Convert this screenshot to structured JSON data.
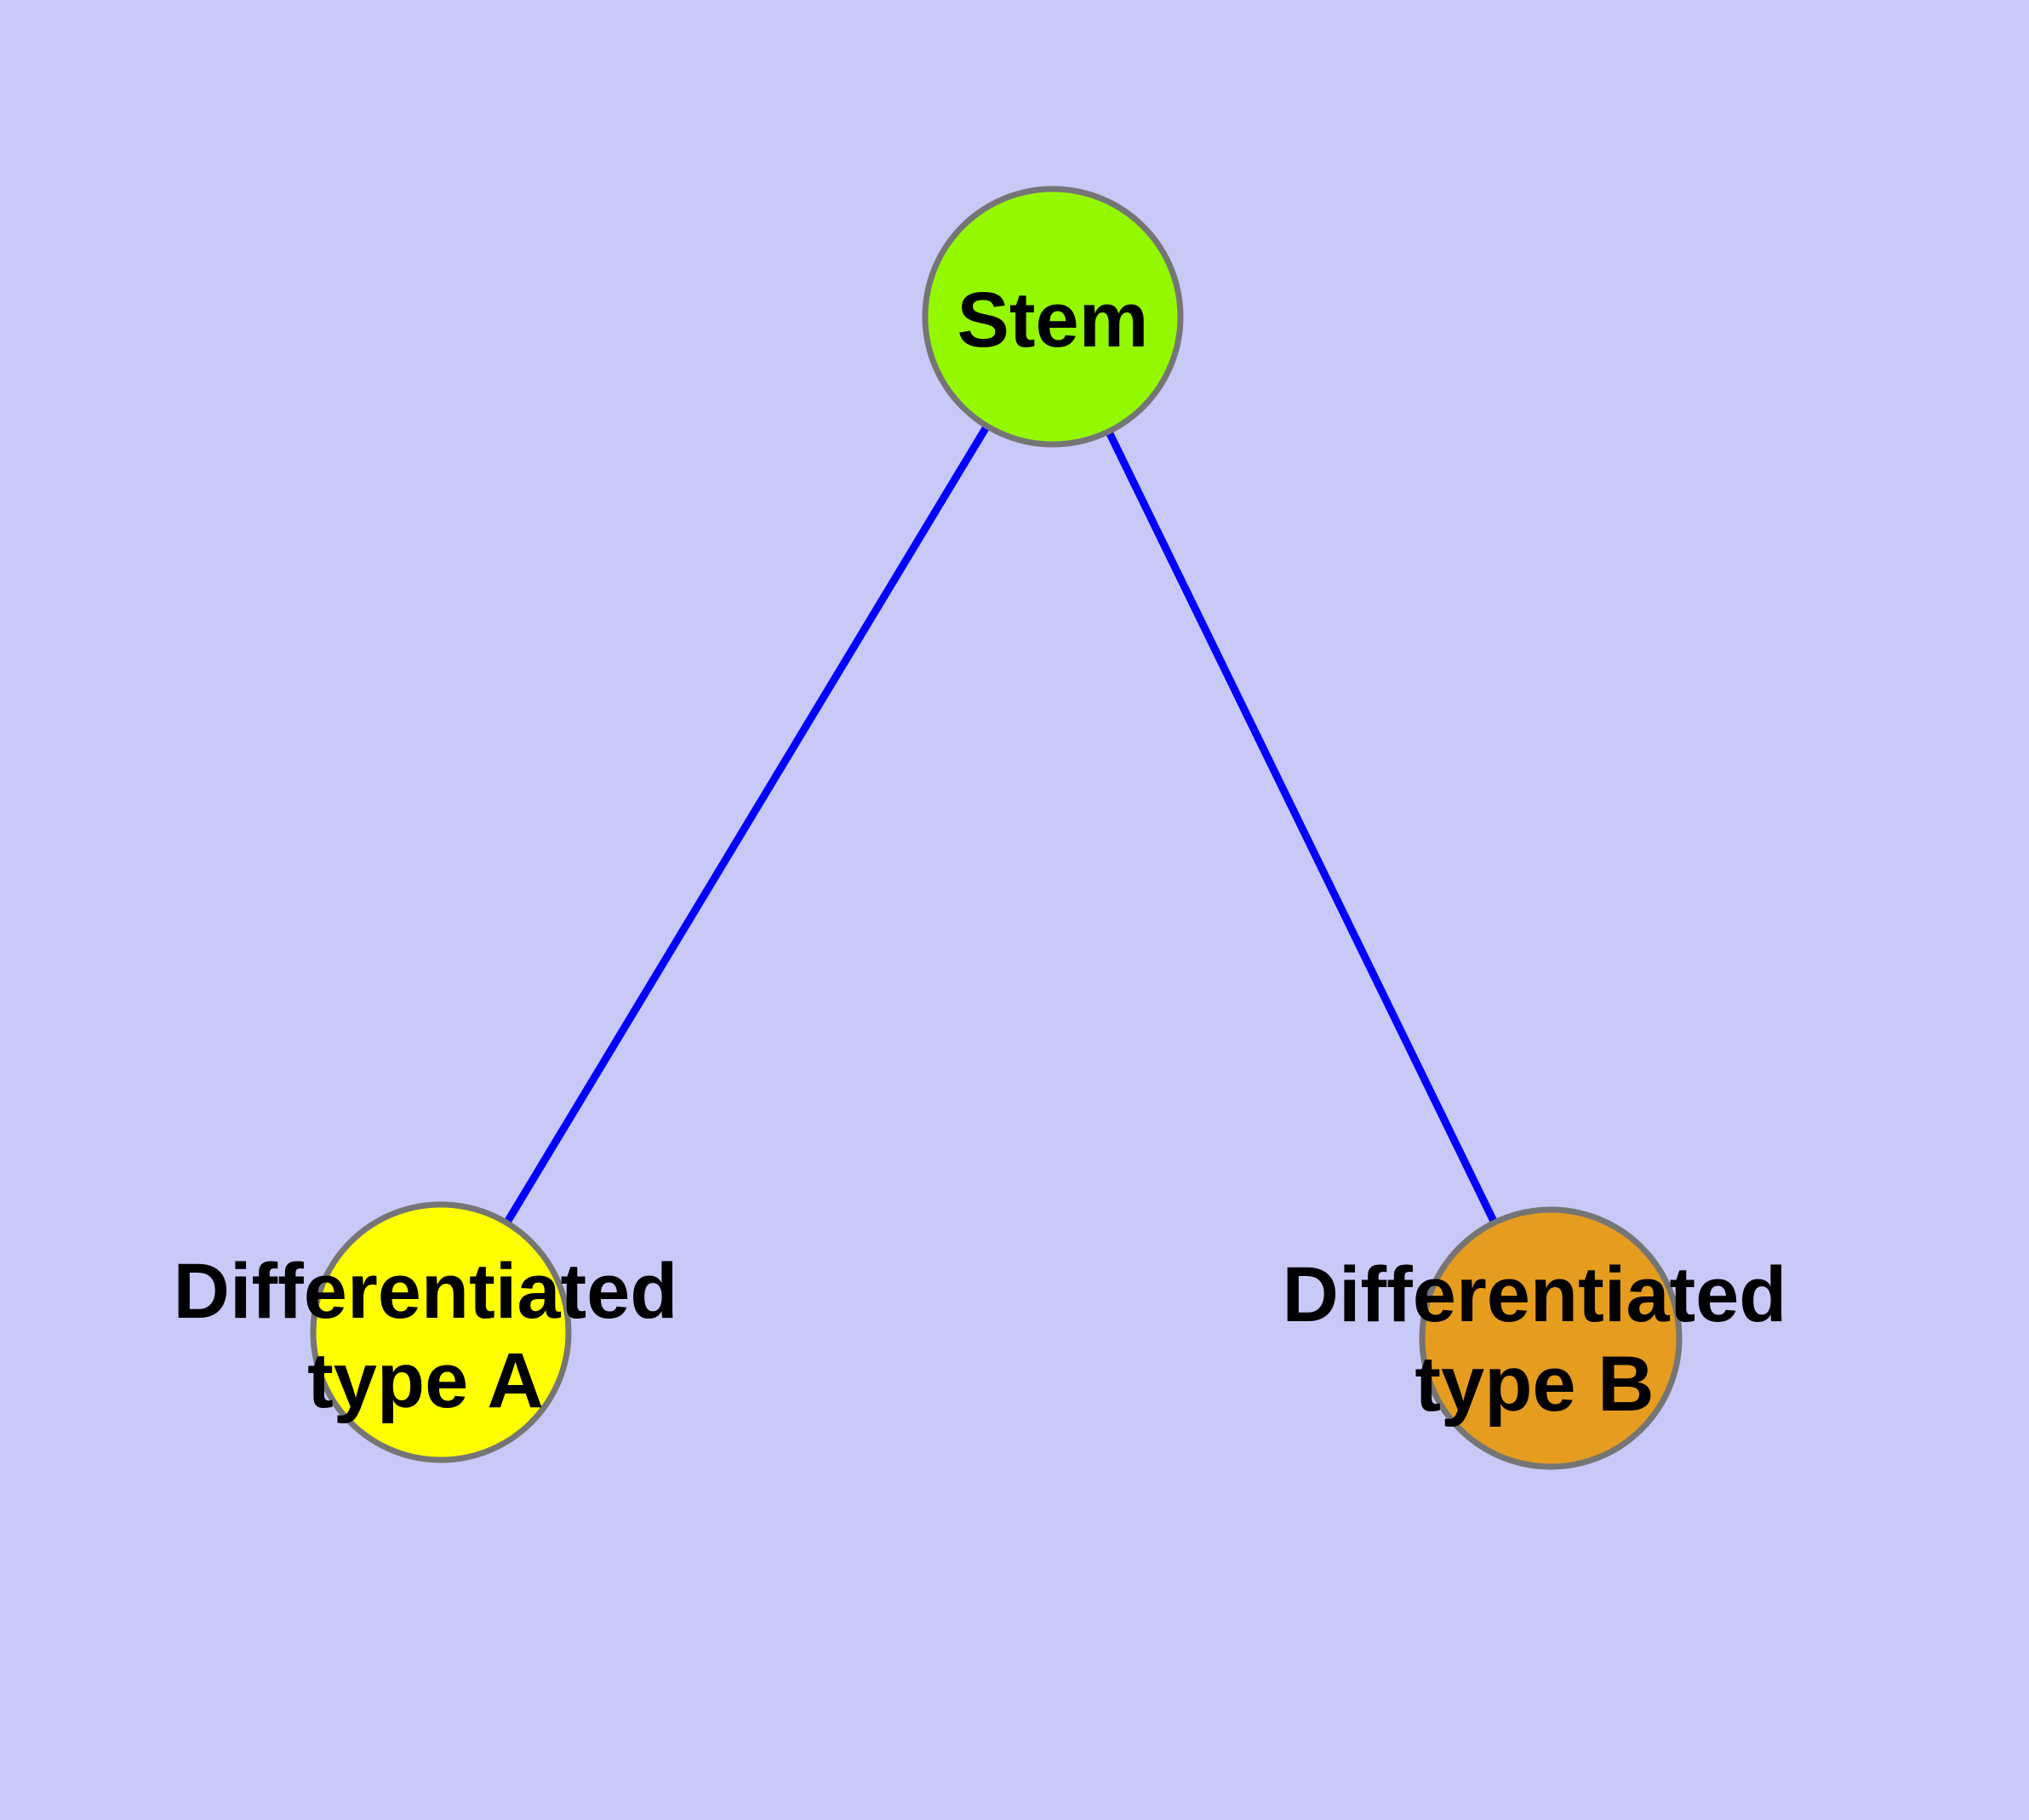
{
  "diagram": {
    "background_color": "#c9c9f8",
    "edge_color": "#0000ff",
    "node_border_color": "#757575",
    "label_color": "#000000",
    "nodes": [
      {
        "id": "stem",
        "label": "Stem",
        "fill": "#94f900"
      },
      {
        "id": "differentiated-type-a",
        "label_line1": "Differentiated",
        "label_line2": "type A",
        "fill": "#ffff00"
      },
      {
        "id": "differentiated-type-b",
        "label_line1": "Differentiated",
        "label_line2": "type B",
        "fill": "#e59c1f"
      }
    ],
    "edges": [
      {
        "from": "stem",
        "to": "differentiated-type-a"
      },
      {
        "from": "stem",
        "to": "differentiated-type-b"
      }
    ]
  }
}
